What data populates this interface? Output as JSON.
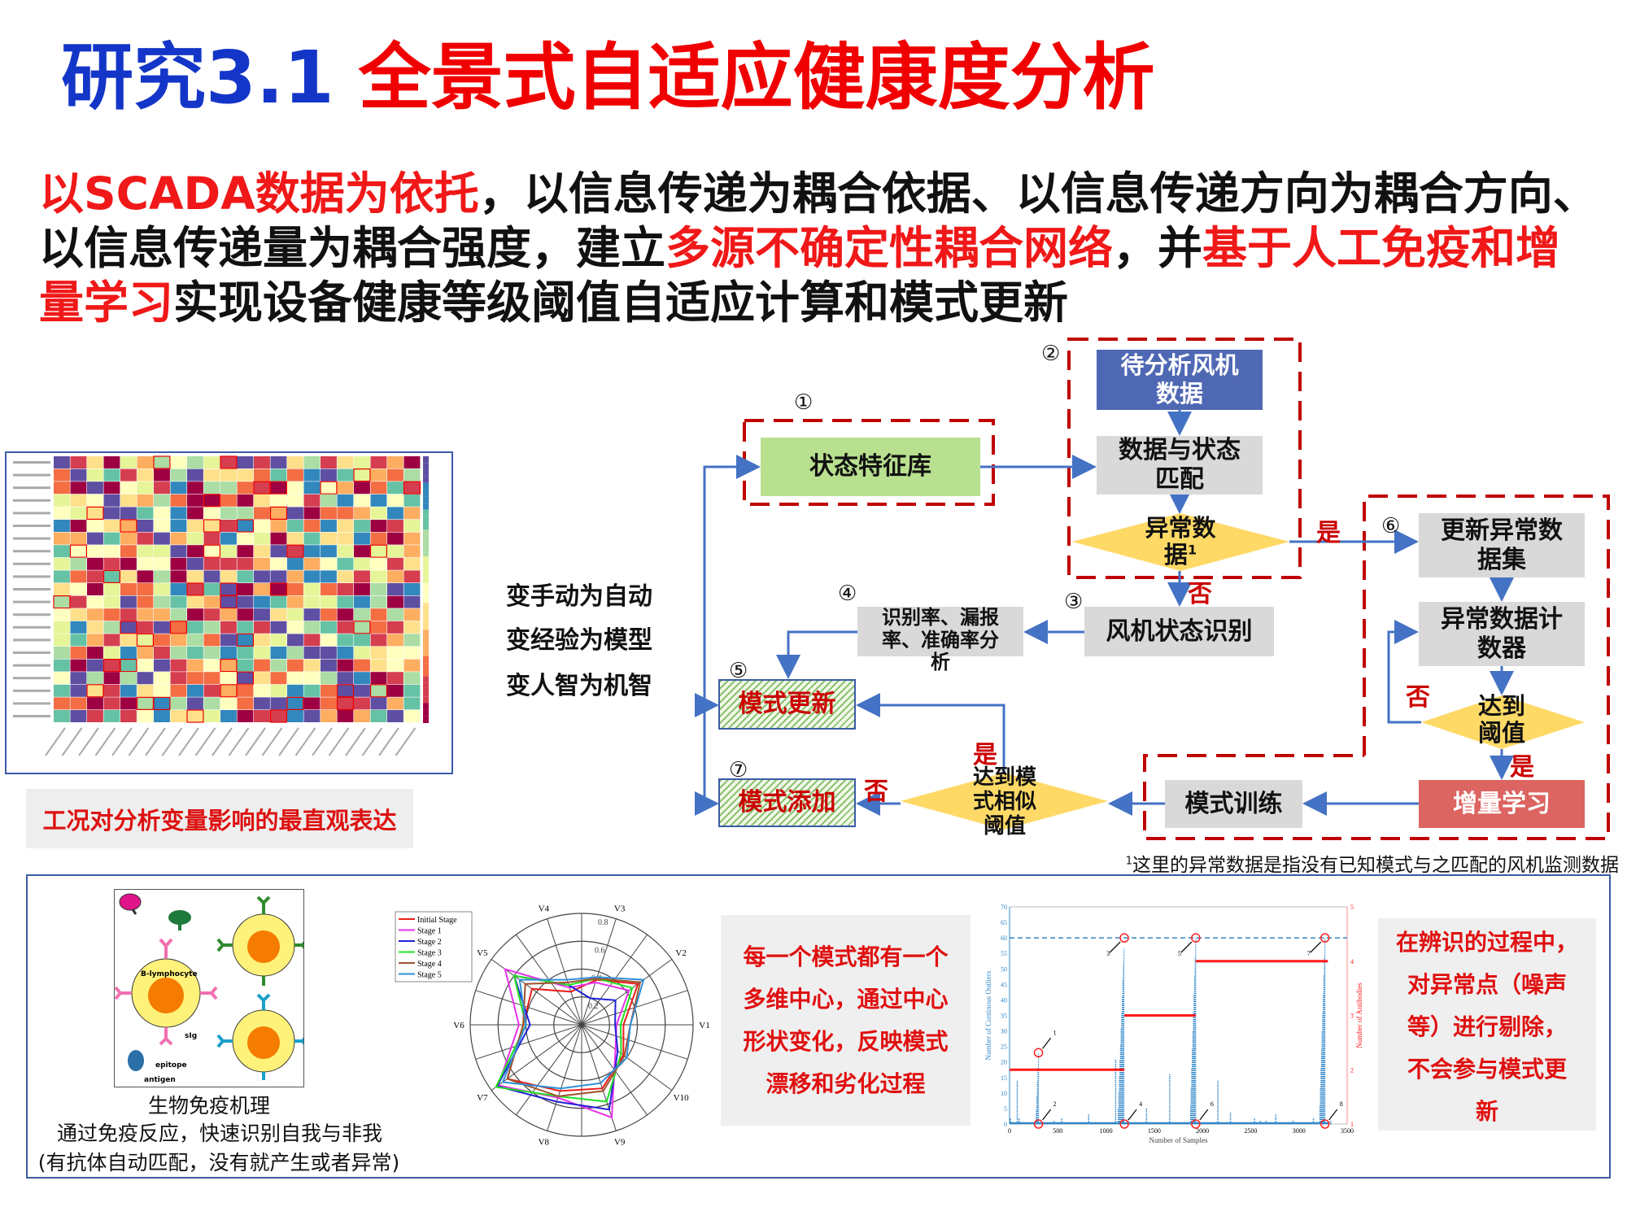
{
  "title": {
    "prefix": "研究3.1",
    "main": "全景式自适应健康度分析"
  },
  "intro": {
    "lines": [
      [
        {
          "t": "以SCADA数据为依托",
          "red": true
        },
        {
          "t": "，以信息传递为耦合依据、以信息传递方向为耦合方向、",
          "red": false
        }
      ],
      [
        {
          "t": "以信息传递量为耦合强度，建立",
          "red": false
        },
        {
          "t": "多源不确定性耦合网络",
          "red": true
        },
        {
          "t": "，并",
          "red": false
        },
        {
          "t": "基于人工免疫和增",
          "red": true
        }
      ],
      [
        {
          "t": "量学习",
          "red": true
        },
        {
          "t": "实现设备健康等级阈值自适应计算和模式更新",
          "red": false
        }
      ]
    ]
  },
  "heatmap": {
    "caption": "工况对分析变量影响的最直观表达"
  },
  "slogans": [
    "变手动为自动",
    "变经验为模型",
    "变人智为机智"
  ],
  "flow": {
    "n1": "①",
    "n2": "②",
    "n3": "③",
    "n4": "④",
    "n5": "⑤",
    "n6": "⑥",
    "n7": "⑦",
    "feature_lib": "状态特征库",
    "pending_data": "待分析风机数据",
    "match": "数据与状态匹配",
    "anomaly": "异常数据",
    "anomaly_sup": "1",
    "state_recog": "风机状态识别",
    "rate_analysis": "识别率、漏报率、准确率分析",
    "update_set": "更新异常数据集",
    "counter": "异常数据计数器",
    "threshold": "达到阈值",
    "incremental": "增量学习",
    "train": "模式训练",
    "similar": "达到模式相似阈值",
    "pattern_update": "模式更新",
    "pattern_add": "模式添加",
    "yes": "是",
    "no": "否",
    "footnote_sup": "1",
    "footnote": "这里的异常数据是指没有已知模式与之匹配的风机监测数据"
  },
  "immune": {
    "labels": {
      "cell": "B-lymphocyte",
      "sig": "sIg",
      "epitope": "epitope",
      "antigen": "antigen"
    },
    "caption1": "生物免疫机理",
    "caption2": "通过免疫反应，快速识别自我与非我",
    "caption3": "(有抗体自动匹配，没有就产生或者异常)"
  },
  "pattern_text": [
    "每一个模式都有一个",
    "多维中心，通过中心",
    "形状变化，反映模式",
    "漂移和劣化过程"
  ],
  "outlier_text": [
    "在辨识的过程中，",
    "对异常点（噪声",
    "等）进行剔除，",
    "不会参与模式更",
    "新"
  ],
  "chart_data": [
    {
      "type": "radar",
      "axes": [
        "V1",
        "V2",
        "V3",
        "V4",
        "V5",
        "V6",
        "V7",
        "V8",
        "V9",
        "V10"
      ],
      "ring_labels": [
        "0.2",
        "0.4",
        "0.6",
        "0.8"
      ],
      "rmax": 0.8,
      "series": [
        {
          "name": "Initial Stage",
          "color": "#e8201c",
          "values": [
            0.3,
            0.5,
            0.34,
            0.25,
            0.44,
            0.42,
            0.66,
            0.5,
            0.48,
            0.37
          ]
        },
        {
          "name": "Stage 1",
          "color": "#e830e8",
          "values": [
            0.25,
            0.42,
            0.32,
            0.28,
            0.68,
            0.45,
            0.74,
            0.55,
            0.7,
            0.3
          ]
        },
        {
          "name": "Stage 2",
          "color": "#2222d8",
          "values": [
            0.24,
            0.3,
            0.2,
            0.3,
            0.6,
            0.37,
            0.75,
            0.58,
            0.64,
            0.32
          ]
        },
        {
          "name": "Stage 3",
          "color": "#22e022",
          "values": [
            0.28,
            0.45,
            0.35,
            0.3,
            0.6,
            0.4,
            0.76,
            0.54,
            0.58,
            0.35
          ]
        },
        {
          "name": "Stage 4",
          "color": "#a0522d",
          "values": [
            0.35,
            0.52,
            0.35,
            0.32,
            0.5,
            0.42,
            0.66,
            0.54,
            0.5,
            0.38
          ]
        },
        {
          "name": "Stage 5",
          "color": "#2f8fd8",
          "values": [
            0.35,
            0.55,
            0.36,
            0.34,
            0.55,
            0.4,
            0.7,
            0.48,
            0.44,
            0.4
          ]
        }
      ]
    },
    {
      "type": "line",
      "xlabel": "Number of Samples",
      "ylabel": "Number of Continous Outliers",
      "y2label": "Number of Antibodies",
      "xlim": [
        0,
        3500
      ],
      "ylim": [
        0,
        70
      ],
      "y2lim": [
        1,
        5
      ],
      "xticks": [
        0,
        500,
        1000,
        1500,
        2000,
        2500,
        3000,
        3500
      ],
      "yticks": [
        0,
        5,
        10,
        15,
        20,
        25,
        30,
        35,
        40,
        45,
        50,
        55,
        60,
        65,
        70
      ],
      "y2ticks": [
        1,
        2,
        3,
        4,
        5
      ],
      "threshold": 60,
      "spikes": [
        [
          10,
          2
        ],
        [
          80,
          14
        ],
        [
          100,
          2
        ],
        [
          460,
          1
        ],
        [
          540,
          2
        ],
        [
          820,
          3
        ],
        [
          1100,
          21
        ],
        [
          1230,
          2
        ],
        [
          1420,
          5
        ],
        [
          1660,
          16
        ],
        [
          2160,
          14
        ],
        [
          2290,
          4
        ],
        [
          2540,
          2
        ],
        [
          2600,
          1
        ],
        [
          2660,
          1
        ],
        [
          2760,
          3
        ],
        [
          2940,
          1
        ],
        [
          3150,
          2
        ],
        [
          3330,
          1
        ]
      ],
      "ramps": [
        [
          270,
          300,
          23
        ],
        [
          1120,
          1190,
          60
        ],
        [
          1870,
          1930,
          60
        ],
        [
          3210,
          3270,
          60
        ]
      ],
      "antibodies": [
        [
          0,
          1190,
          2
        ],
        [
          1190,
          1930,
          3
        ],
        [
          1930,
          3300,
          4
        ]
      ],
      "markers": [
        {
          "x": 300,
          "y": 23,
          "label": "1"
        },
        {
          "x": 300,
          "y": 0,
          "label": "2"
        },
        {
          "x": 1190,
          "y": 60,
          "label": "3"
        },
        {
          "x": 1190,
          "y": 0,
          "label": "4"
        },
        {
          "x": 1930,
          "y": 60,
          "label": "5"
        },
        {
          "x": 1930,
          "y": 0,
          "label": "6"
        },
        {
          "x": 3270,
          "y": 60,
          "label": "7"
        },
        {
          "x": 3270,
          "y": 0,
          "label": "8"
        }
      ],
      "colors": {
        "outliers": "#2f86c8",
        "antibodies": "#ff1a1a"
      }
    }
  ]
}
